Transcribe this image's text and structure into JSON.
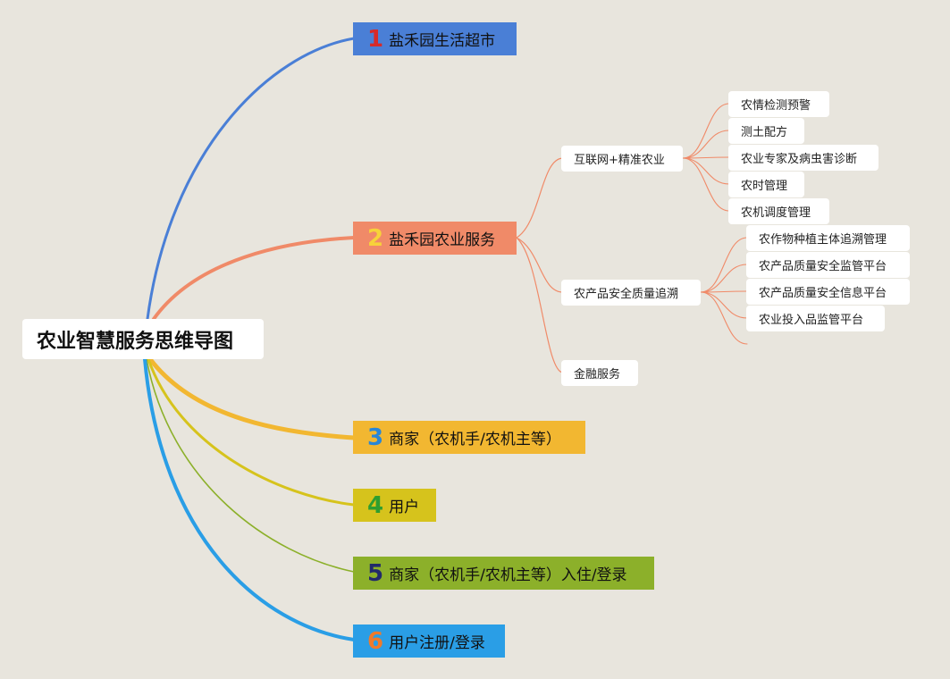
{
  "root": {
    "label": "农业智慧服务思维导图"
  },
  "branches": [
    {
      "num": "1",
      "label": "盐禾园生活超市",
      "color": "#4a7fd6",
      "num_color": "#d62a2a"
    },
    {
      "num": "2",
      "label": "盐禾园农业服务",
      "color": "#f08a68",
      "num_color": "#f7d23a"
    },
    {
      "num": "3",
      "label": "商家（农机手/农机主等）",
      "color": "#f2b731",
      "num_color": "#2a86d6"
    },
    {
      "num": "4",
      "label": "用户",
      "color": "#d6c31c",
      "num_color": "#2f9e2f"
    },
    {
      "num": "5",
      "label": "商家（农机手/农机主等）入住/登录",
      "color": "#8cb02a",
      "num_color": "#222a6a"
    },
    {
      "num": "6",
      "label": "用户注册/登录",
      "color": "#2a9ee6",
      "num_color": "#f07a2a"
    }
  ],
  "service": {
    "groups": [
      {
        "label": "互联网+精准农业",
        "items": [
          "农情检测预警",
          "测土配方",
          "农业专家及病虫害诊断",
          "农时管理",
          "农机调度管理"
        ]
      },
      {
        "label": "农产品安全质量追溯",
        "items": [
          "农作物种植主体追溯管理",
          "农产品质量安全监管平台",
          "农产品质量安全信息平台",
          "农业投入品监管平台"
        ]
      },
      {
        "label": "金融服务",
        "items": []
      }
    ]
  },
  "edge_color_service": "#f08a68"
}
